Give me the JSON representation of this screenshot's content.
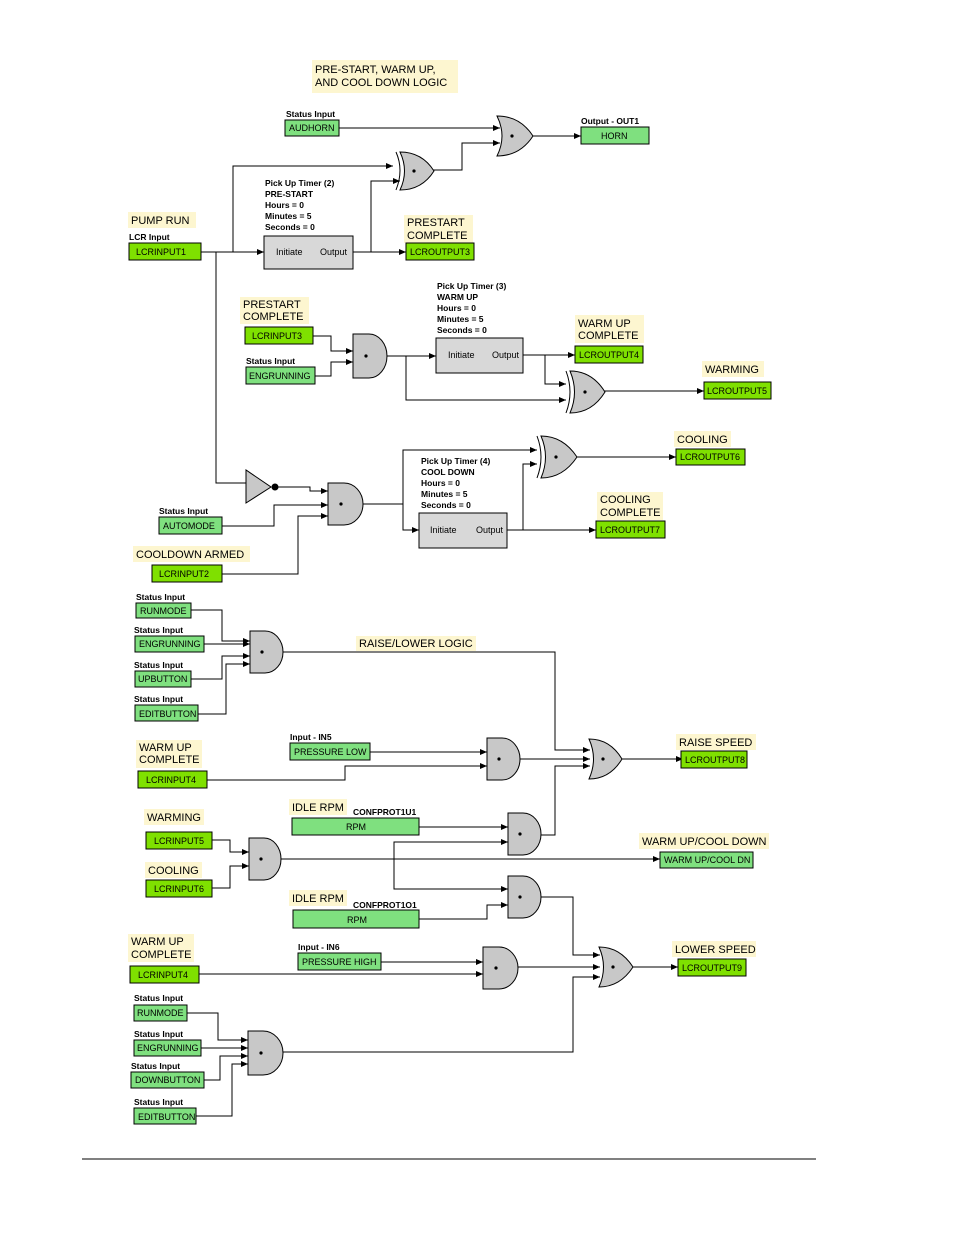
{
  "title": {
    "line1": "PRE-START, WARM UP,",
    "line2": "AND COOL DOWN LOGIC"
  },
  "section_raise_lower": "RAISE/LOWER LOGIC",
  "headers": {
    "status_input": "Status Input",
    "lcr_input": "LCR Input",
    "output_out1": "Output - OUT1",
    "input_in5": "Input - IN5",
    "input_in6": "Input - IN6",
    "status_input_conf": "Status Input",
    "conf_u1": "CONFPROT1U1",
    "conf_o1": "CONFPROT1O1"
  },
  "notes": {
    "pump_run": "PUMP RUN",
    "prestart_complete_out": [
      "PRESTART",
      "COMPLETE"
    ],
    "prestart_complete_in": [
      "PRESTART",
      "COMPLETE"
    ],
    "warm_up_complete_out": [
      "WARM UP",
      "COMPLETE"
    ],
    "warming_out": "WARMING",
    "cooling_out": "COOLING",
    "cooling_complete_out": [
      "COOLING",
      "COMPLETE"
    ],
    "cooldown_armed": "COOLDOWN ARMED",
    "warm_up_complete_in1": [
      "WARM UP",
      "COMPLETE"
    ],
    "raise_speed": "RAISE SPEED",
    "idle_rpm_1": "IDLE RPM",
    "warming_in": "WARMING",
    "warm_up_cool_down": "WARM UP/COOL DOWN",
    "cooling_in": "COOLING",
    "idle_rpm_2": "IDLE RPM",
    "warm_up_complete_in2": [
      "WARM UP",
      "COMPLETE"
    ],
    "lower_speed": "LOWER SPEED"
  },
  "io_blocks": {
    "audhorn": "AUDHORN",
    "horn": "HORN",
    "lcrinput1": "LCRINPUT1",
    "lcroutput3": "LCROUTPUT3",
    "lcrinput3": "LCRINPUT3",
    "engrunning1": "ENGRUNNING",
    "lcroutput4": "LCROUTPUT4",
    "lcroutput5": "LCROUTPUT5",
    "lcroutput6": "LCROUTPUT6",
    "automode": "AUTOMODE",
    "lcroutput7": "LCROUTPUT7",
    "lcrinput2": "LCRINPUT2",
    "runmode1": "RUNMODE",
    "engrunning2": "ENGRUNNING",
    "upbutton": "UPBUTTON",
    "editbutton1": "EDITBUTTON",
    "pressure_low": "PRESSURE LOW",
    "lcrinput4a": "LCRINPUT4",
    "lcroutput8": "LCROUTPUT8",
    "rpm1": "RPM",
    "lcrinput5": "LCRINPUT5",
    "warmup_cool_dn": "WARM UP/COOL DN",
    "lcrinput6": "LCRINPUT6",
    "rpm2": "RPM",
    "lcrinput4b": "LCRINPUT4",
    "pressure_high": "PRESSURE HIGH",
    "lcroutput9": "LCROUTPUT9",
    "runmode2": "RUNMODE",
    "engrunning3": "ENGRUNNING",
    "downbutton": "DOWNBUTTON",
    "editbutton2": "EDITBUTTON"
  },
  "timers": {
    "t2": {
      "name": "Pick Up Timer (2)",
      "label": "PRE-START",
      "hours": "Hours = 0",
      "minutes": "Minutes = 5",
      "seconds": "Seconds = 0",
      "initiate": "Initiate",
      "output": "Output"
    },
    "t3": {
      "name": "Pick Up Timer (3)",
      "label": "WARM UP",
      "hours": "Hours = 0",
      "minutes": "Minutes = 5",
      "seconds": "Seconds = 0",
      "initiate": "Initiate",
      "output": "Output"
    },
    "t4": {
      "name": "Pick Up Timer (4)",
      "label": "COOL DOWN",
      "hours": "Hours = 0",
      "minutes": "Minutes = 5",
      "seconds": "Seconds = 0",
      "initiate": "Initiate",
      "output": "Output"
    }
  },
  "colors": {
    "status_block": "#7fe07f",
    "lcr_block": "#7fe000",
    "note": "#fdf6d0",
    "gate": "#c8c8c8",
    "timer": "#d8d8d8"
  }
}
